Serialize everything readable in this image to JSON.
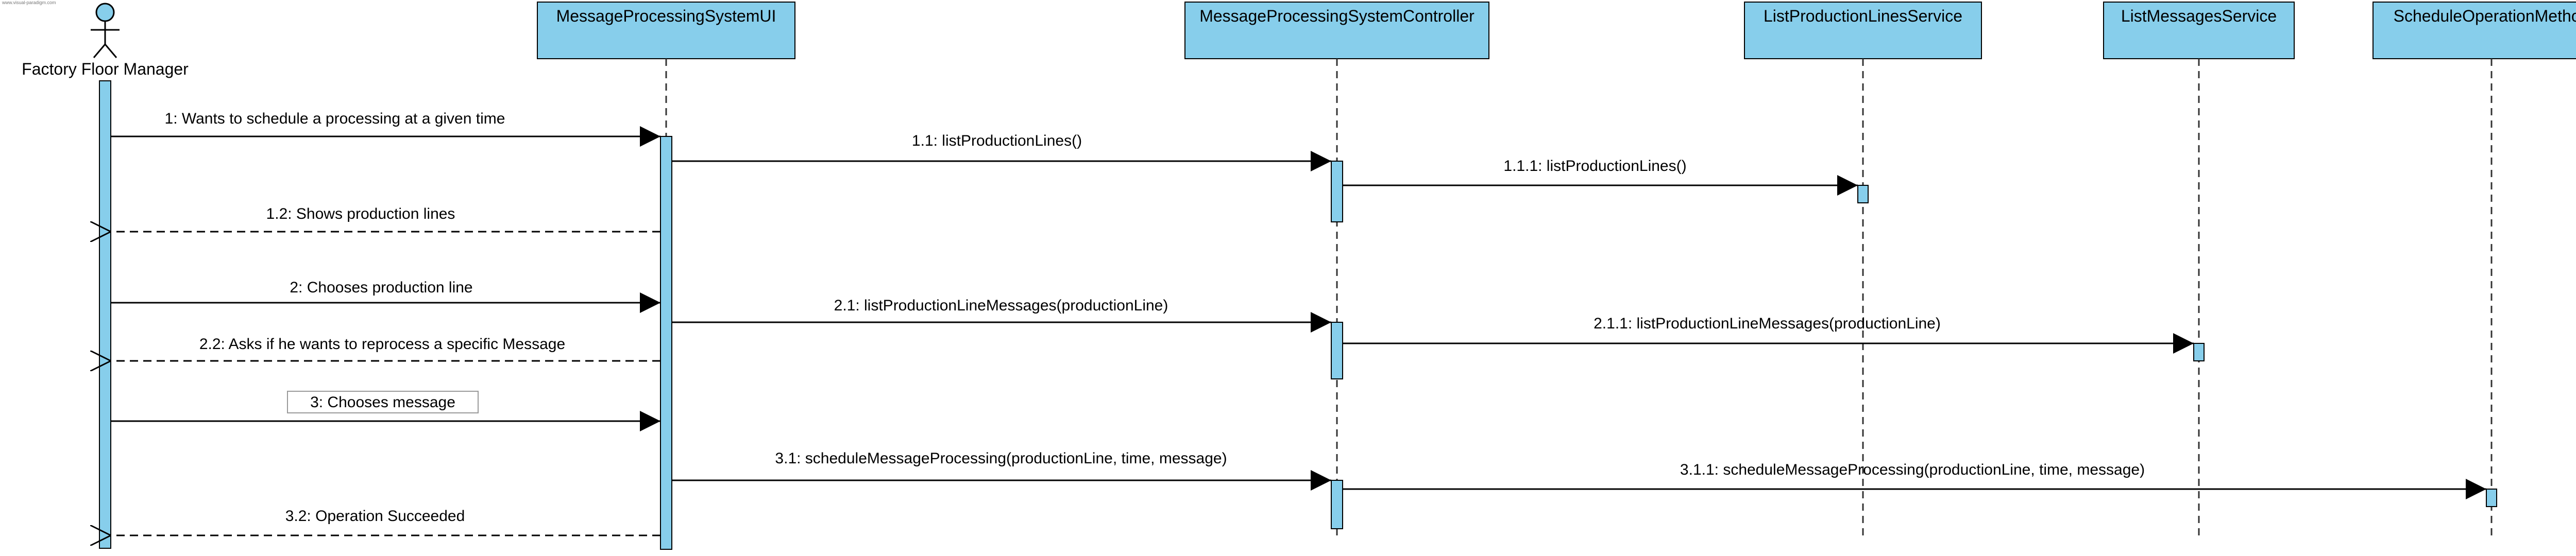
{
  "header_note": "www.visual-paradigm.com",
  "actor": {
    "name": "Factory Floor Manager"
  },
  "participants": [
    {
      "name": "MessageProcessingSystemUI"
    },
    {
      "name": "MessageProcessingSystemController"
    },
    {
      "name": "ListProductionLinesService"
    },
    {
      "name": "ListMessagesService"
    },
    {
      "name": "ScheduleOperationMethod"
    }
  ],
  "messages": [
    {
      "label": "1: Wants to schedule a processing at a given time"
    },
    {
      "label": "1.1: listProductionLines()"
    },
    {
      "label": "1.1.1: listProductionLines()"
    },
    {
      "label": "1.2: Shows production lines"
    },
    {
      "label": "2: Chooses production line"
    },
    {
      "label": "2.1: listProductionLineMessages(productionLine)"
    },
    {
      "label": "2.1.1: listProductionLineMessages(productionLine)"
    },
    {
      "label": "2.2: Asks if he wants to reprocess a specific Message"
    },
    {
      "label": "3: Chooses message"
    },
    {
      "label": "3.1: scheduleMessageProcessing(productionLine, time, message)"
    },
    {
      "label": "3.1.1: scheduleMessageProcessing(productionLine, time, message)"
    },
    {
      "label": "3.2: Operation Succeeded"
    }
  ],
  "colors": {
    "participant_fill": "#87CEEB",
    "activation_fill": "#87CEEB",
    "line": "#000000",
    "lifeline": "#333333"
  }
}
